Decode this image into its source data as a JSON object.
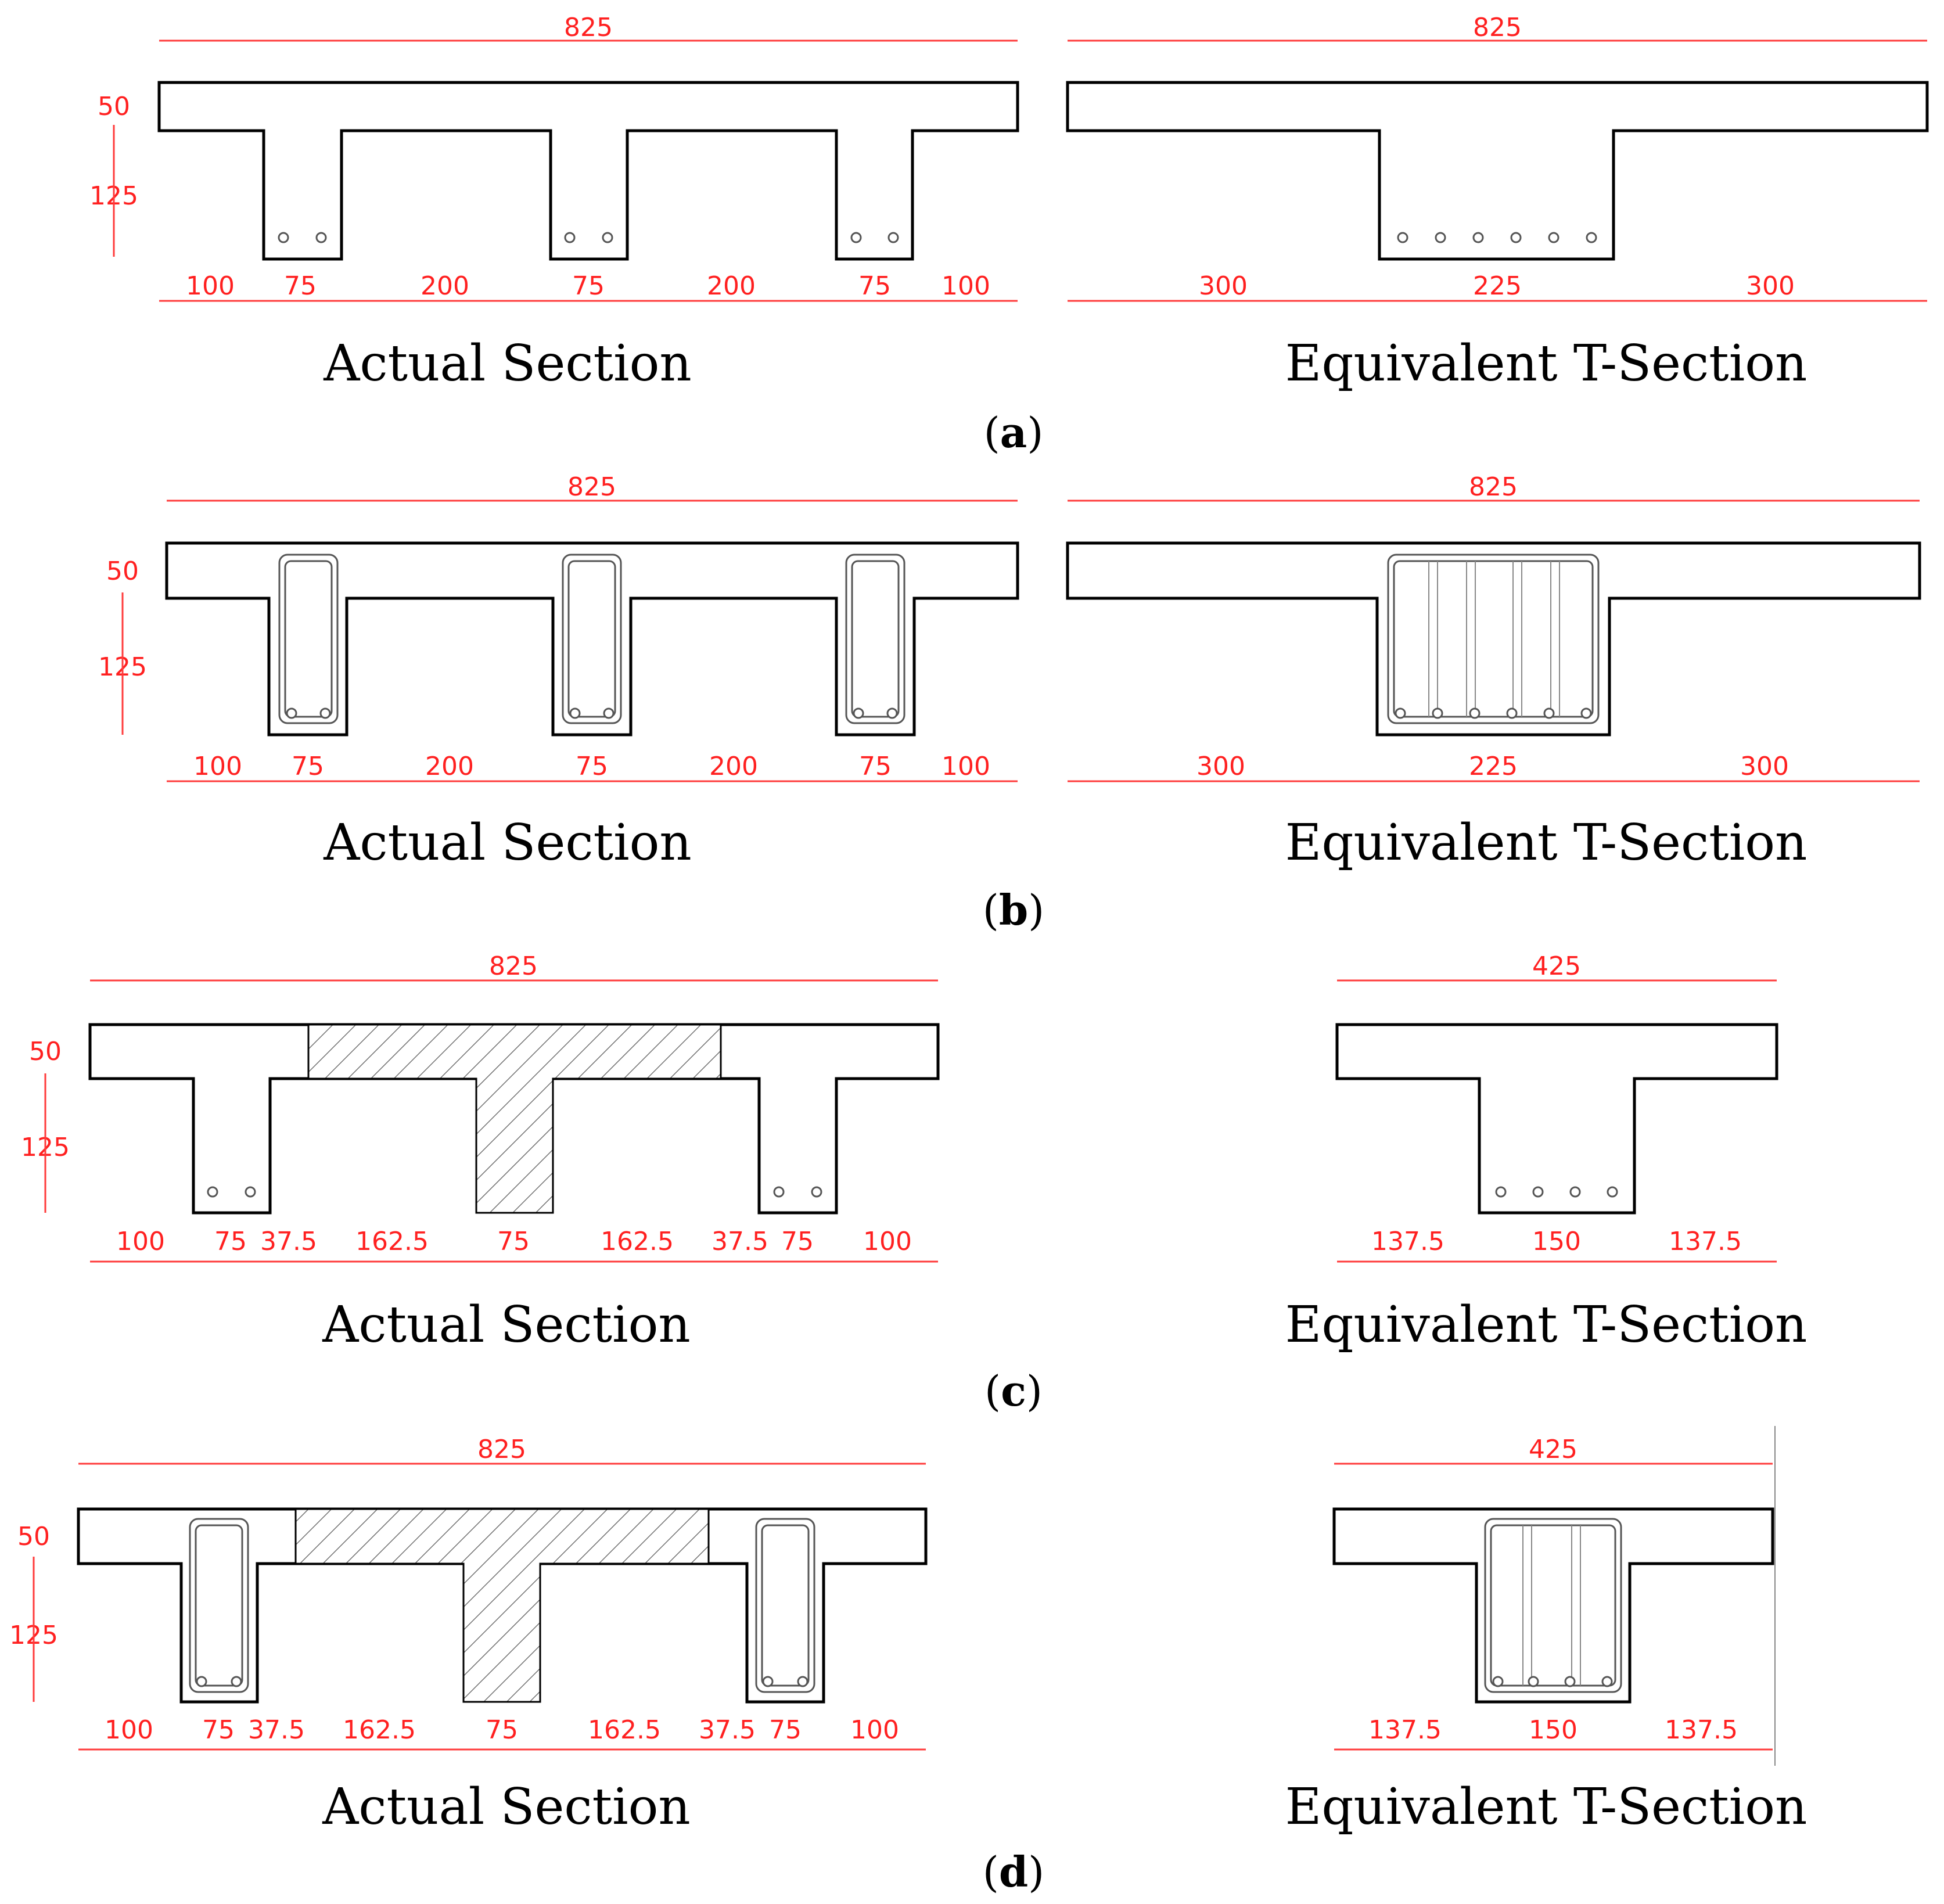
{
  "colors": {
    "dimension": "#ff2020",
    "outline": "#000000",
    "reinforcement": "#555555"
  },
  "panels": [
    {
      "id": "a",
      "label": "a",
      "actual": {
        "caption": "Actual Section",
        "total_width": "825",
        "flange_depth": "50",
        "web_depth": "125",
        "segments": [
          "100",
          "75",
          "200",
          "75",
          "200",
          "75",
          "100"
        ]
      },
      "equivalent": {
        "caption": "Equivalent T-Section",
        "total_width": "825",
        "segments": [
          "300",
          "225",
          "300"
        ]
      }
    },
    {
      "id": "b",
      "label": "b",
      "actual": {
        "caption": "Actual Section",
        "total_width": "825",
        "flange_depth": "50",
        "web_depth": "125",
        "segments": [
          "100",
          "75",
          "200",
          "75",
          "200",
          "75",
          "100"
        ]
      },
      "equivalent": {
        "caption": "Equivalent T-Section",
        "total_width": "825",
        "segments": [
          "300",
          "225",
          "300"
        ]
      }
    },
    {
      "id": "c",
      "label": "c",
      "actual": {
        "caption": "Actual Section",
        "total_width": "825",
        "flange_depth": "50",
        "web_depth": "125",
        "segments": [
          "100",
          "75",
          "37.5",
          "162.5",
          "75",
          "162.5",
          "37.5",
          "75",
          "100"
        ]
      },
      "equivalent": {
        "caption": "Equivalent T-Section",
        "total_width": "425",
        "segments": [
          "137.5",
          "150",
          "137.5"
        ]
      }
    },
    {
      "id": "d",
      "label": "d",
      "actual": {
        "caption": "Actual Section",
        "total_width": "825",
        "flange_depth": "50",
        "web_depth": "125",
        "segments": [
          "100",
          "75",
          "37.5",
          "162.5",
          "75",
          "162.5",
          "37.5",
          "75",
          "100"
        ]
      },
      "equivalent": {
        "caption": "Equivalent T-Section",
        "total_width": "425",
        "segments": [
          "137.5",
          "150",
          "137.5"
        ]
      }
    }
  ]
}
